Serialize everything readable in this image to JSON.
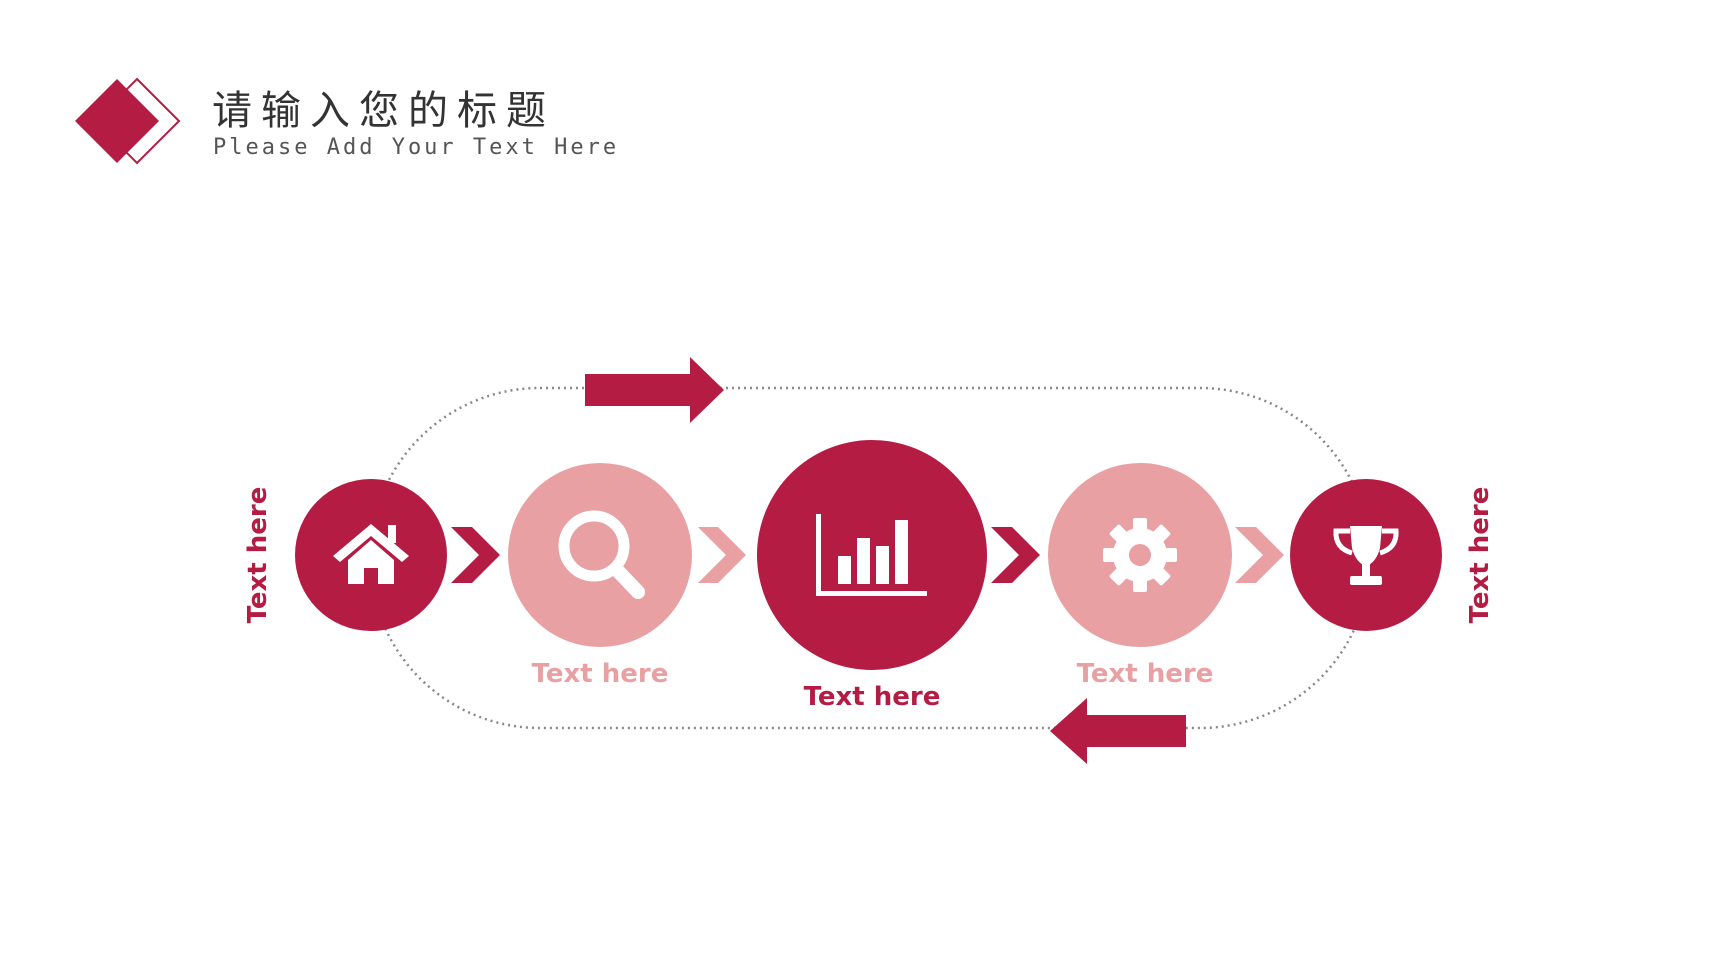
{
  "header": {
    "title": "请输入您的标题",
    "subtitle": "Please Add Your Text Here"
  },
  "colors": {
    "primary": "#b51c43",
    "light": "#e8a0a3",
    "dots": "#888888"
  },
  "steps": [
    {
      "icon": "home-icon",
      "style": "primary",
      "label": "Text  here"
    },
    {
      "icon": "search-icon",
      "style": "light",
      "label": "Text  here"
    },
    {
      "icon": "bar-chart-icon",
      "style": "primary",
      "label": "Text  here"
    },
    {
      "icon": "gear-icon",
      "style": "light",
      "label": "Text  here"
    },
    {
      "icon": "trophy-icon",
      "style": "primary",
      "label": "Text  here"
    }
  ]
}
